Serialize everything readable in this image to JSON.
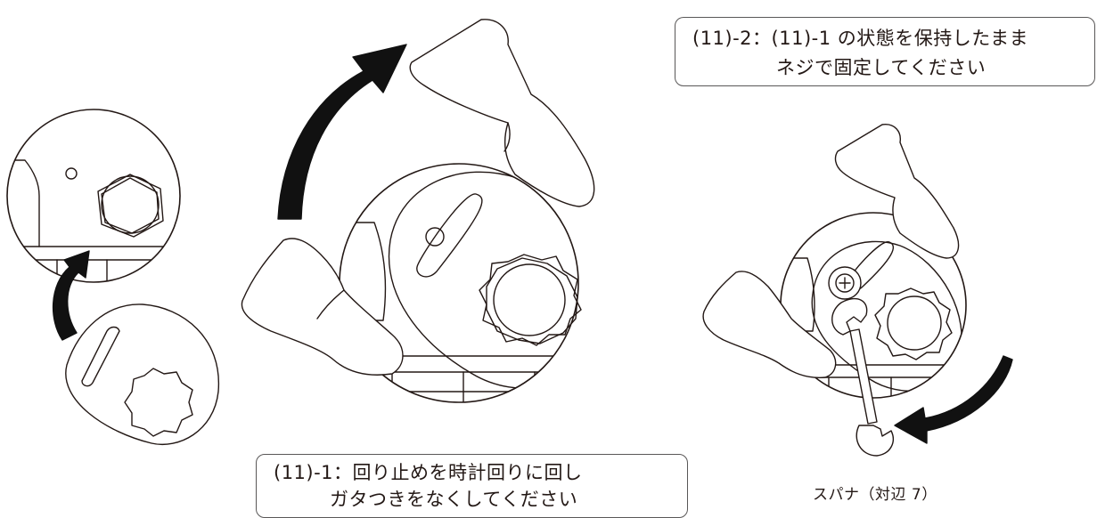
{
  "callouts": {
    "step_11_2": {
      "line1": "(11)-2：(11)-1 の状態を保持したまま",
      "line2": "ネジで固定してください"
    },
    "step_11_1": {
      "line1": "(11)-1：回り止めを時計回りに回し",
      "line2": "ガタつきをなくしてください"
    }
  },
  "labels": {
    "wrench": "スパナ（対辺 7）"
  },
  "colors": {
    "line": "#231815",
    "frame": "#595757",
    "arrow": "#111111",
    "background": "#ffffff"
  },
  "icons": [
    "curved-arrow-icon",
    "hand-icon",
    "wrench-icon",
    "screw-icon",
    "hex-nut-icon",
    "gear-icon"
  ]
}
